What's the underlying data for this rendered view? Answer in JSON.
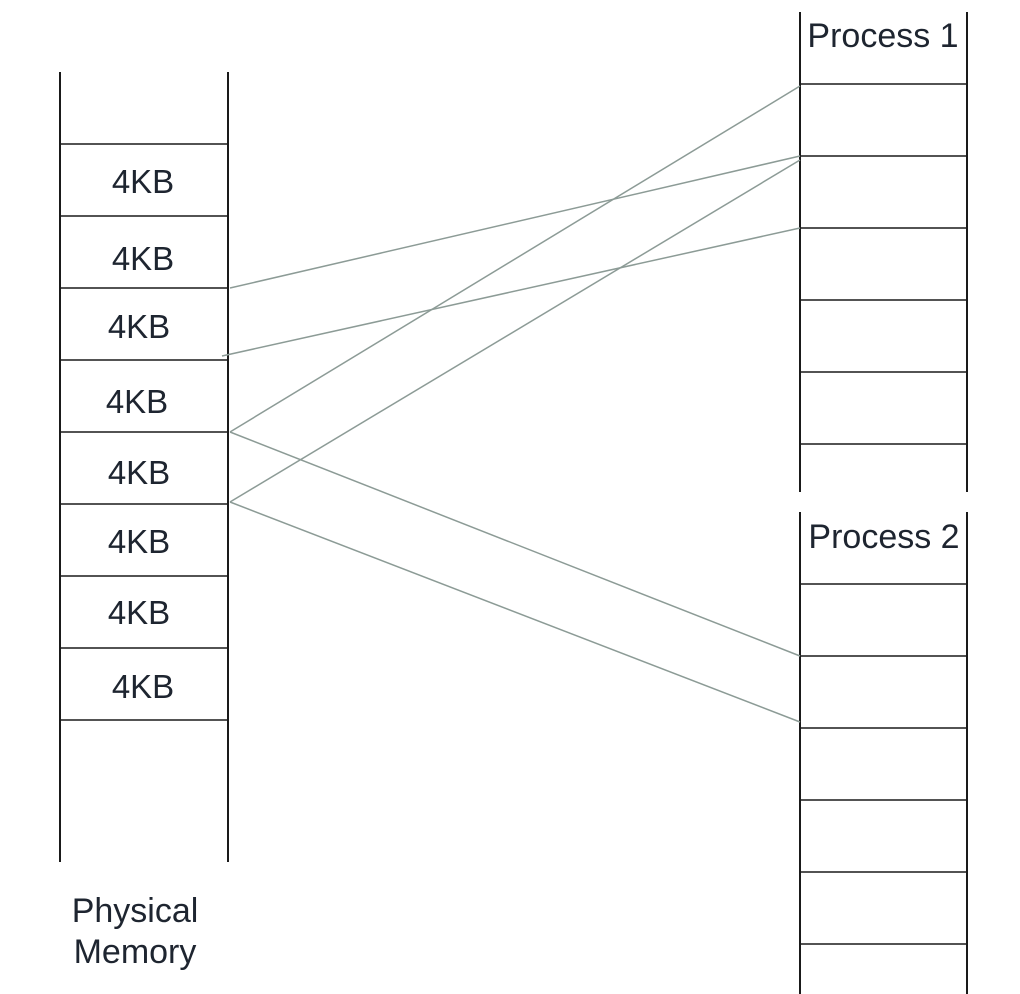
{
  "physical_memory": {
    "caption_lines": [
      "Physical",
      "Memory"
    ],
    "cells": [
      "4KB",
      "4KB",
      "4KB",
      "4KB",
      "4KB",
      "4KB",
      "4KB",
      "4KB"
    ]
  },
  "process1": {
    "title": "Process 1"
  },
  "process2": {
    "title": "Process 2"
  },
  "mappings": [
    {
      "from": "process1.page.0",
      "to": "physical.boundary.4"
    },
    {
      "from": "process1.page.1",
      "to": "physical.boundary.2"
    },
    {
      "from": "process1.page.1",
      "to": "physical.boundary.5"
    },
    {
      "from": "process1.page.2",
      "to": "physical.boundary.3"
    },
    {
      "from": "process2.page.1",
      "to": "physical.boundary.4"
    },
    {
      "from": "process2.page.2",
      "to": "physical.boundary.5"
    }
  ],
  "colors": {
    "outline": "#1a1a1a",
    "mapping_line": "#8c9b96",
    "text": "#1e2530"
  }
}
